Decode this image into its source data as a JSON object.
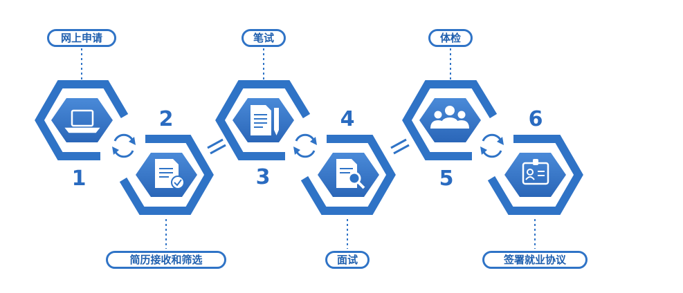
{
  "steps": [
    {
      "number": "1",
      "label": "网上申请",
      "icon": "laptop-icon"
    },
    {
      "number": "2",
      "label": "简历接收和筛选",
      "icon": "document-check-icon"
    },
    {
      "number": "3",
      "label": "笔试",
      "icon": "document-pen-icon"
    },
    {
      "number": "4",
      "label": "面试",
      "icon": "document-search-icon"
    },
    {
      "number": "5",
      "label": "体检",
      "icon": "people-group-icon"
    },
    {
      "number": "6",
      "label": "签署就业协议",
      "icon": "id-badge-icon"
    }
  ],
  "colors": {
    "primary": "#2f73c6",
    "dark": "#1f5fae",
    "light": "#4a8ad8"
  }
}
